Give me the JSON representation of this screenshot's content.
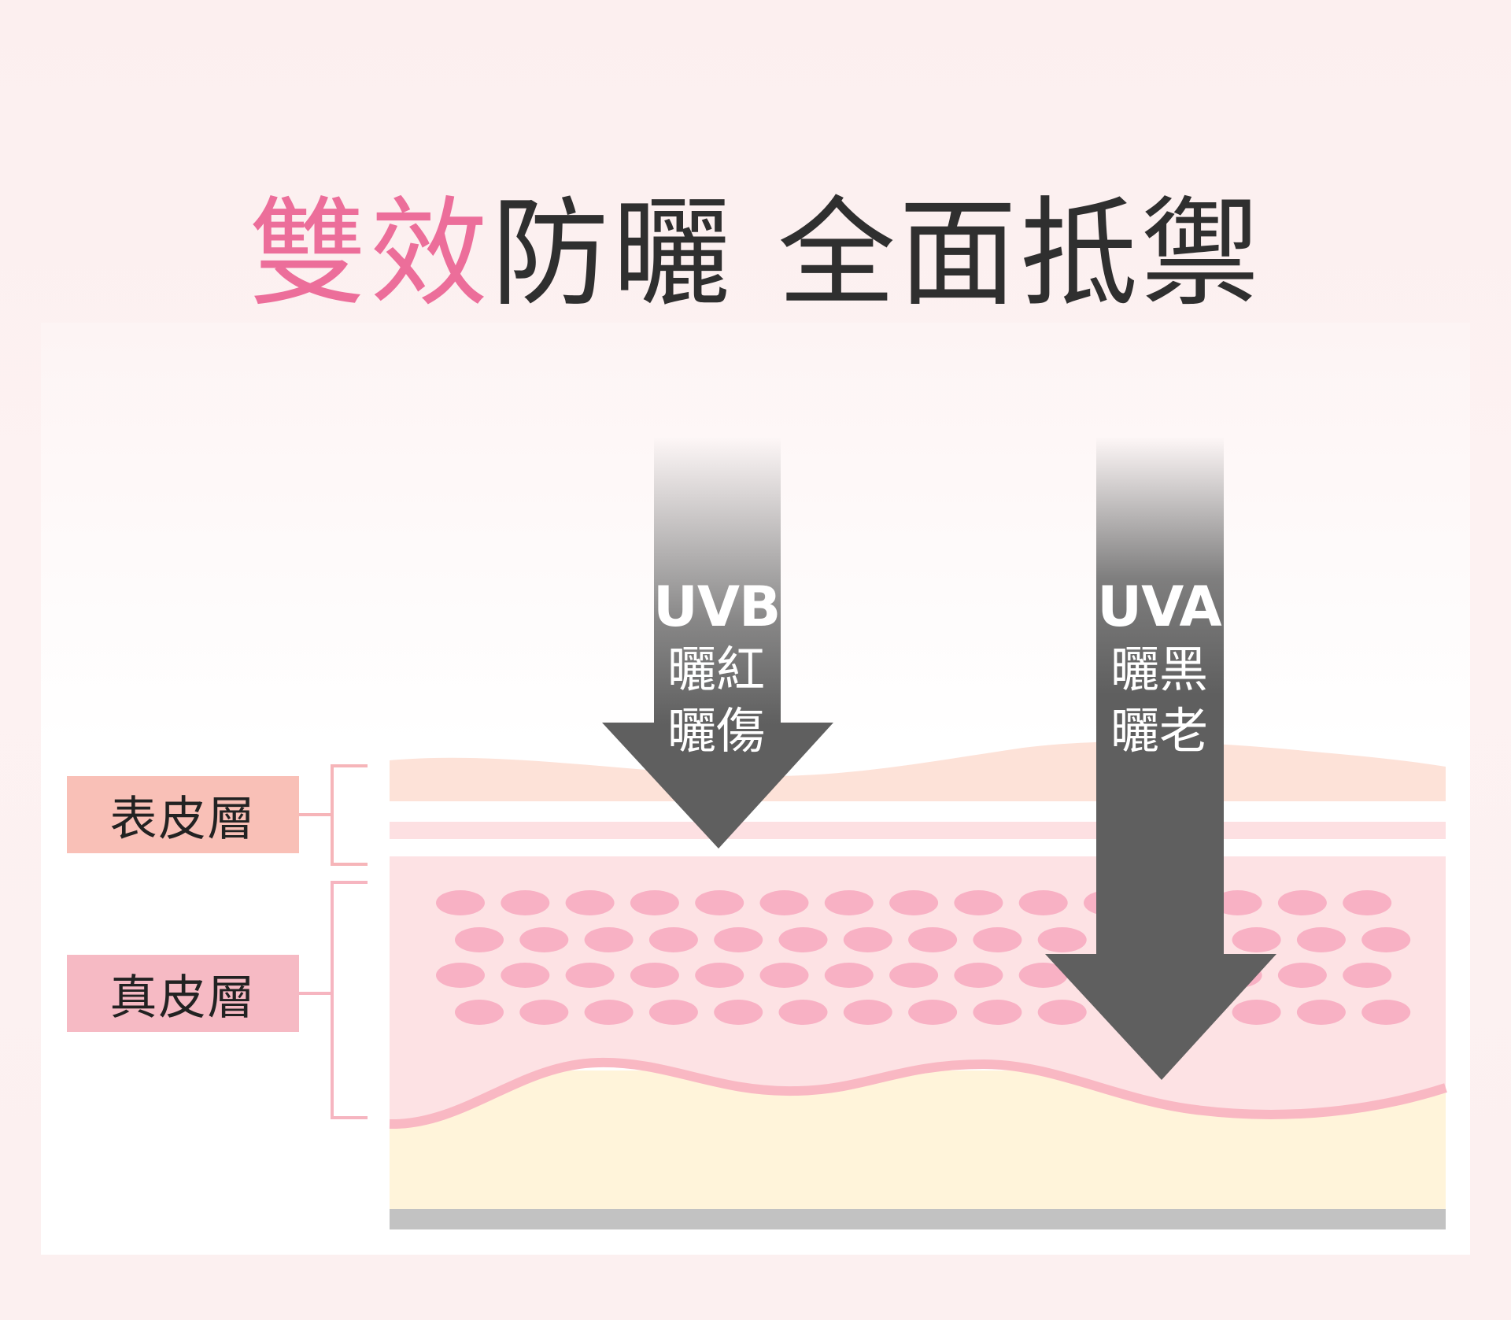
{
  "title": {
    "accent": "雙效",
    "part1": "防曬",
    "part2": "全面抵禦"
  },
  "layers": {
    "epidermis": "表皮層",
    "dermis": "真皮層"
  },
  "rays": {
    "uvb": {
      "name": "UVB",
      "effect1": "曬紅",
      "effect2": "曬傷"
    },
    "uva": {
      "name": "UVA",
      "effect1": "曬黑",
      "effect2": "曬老"
    }
  },
  "colors": {
    "accent_title": "#ec6e9a",
    "title_text": "#2f2f2f",
    "arrow": "#5f5f5f",
    "epidermis_label_bg": "#f9c0b7",
    "dermis_label_bg": "#f6bac4",
    "cells": "#f8b1c4",
    "dermis_bg": "#fde2e4",
    "fat_layer": "#fff4da",
    "base_layer": "#c2c2c2"
  }
}
